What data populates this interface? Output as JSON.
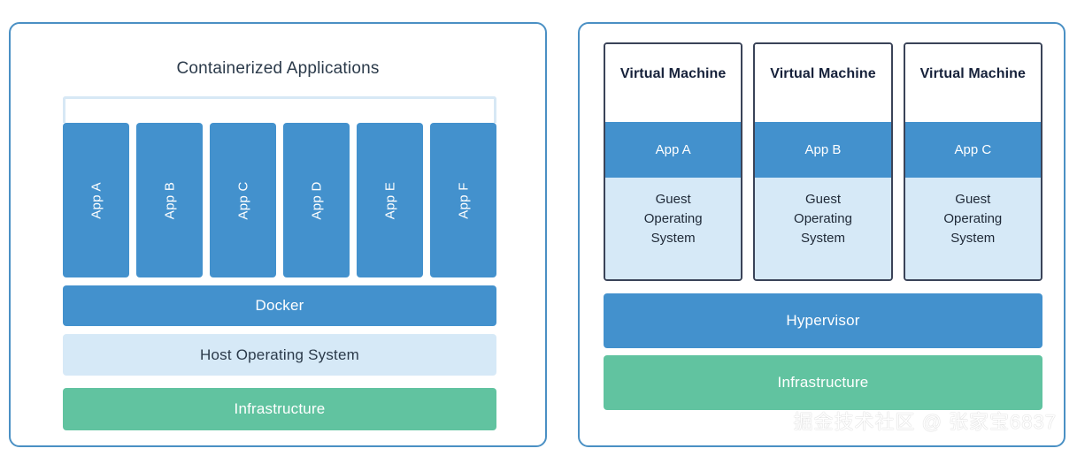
{
  "diagram": {
    "left_panel": {
      "title": "Containerized Applications",
      "apps": [
        {
          "label": "App A"
        },
        {
          "label": "App B"
        },
        {
          "label": "App C"
        },
        {
          "label": "App D"
        },
        {
          "label": "App E"
        },
        {
          "label": "App F"
        }
      ],
      "layers": [
        {
          "label": "Docker",
          "color": "#4391cd"
        },
        {
          "label": "Host Operating System",
          "color": "#d6e9f7"
        },
        {
          "label": "Infrastructure",
          "color": "#61c3a0"
        }
      ]
    },
    "right_panel": {
      "vms": [
        {
          "title": "Virtual Machine",
          "app": "App A",
          "guest_os": "Guest\nOperating\nSystem"
        },
        {
          "title": "Virtual Machine",
          "app": "App B",
          "guest_os": "Guest\nOperating\nSystem"
        },
        {
          "title": "Virtual Machine",
          "app": "App C",
          "guest_os": "Guest\nOperating\nSystem"
        }
      ],
      "layers": [
        {
          "label": "Hypervisor",
          "color": "#4391cd"
        },
        {
          "label": "Infrastructure",
          "color": "#61c3a0"
        }
      ]
    },
    "watermark": "掘金技术社区 @ 张家宝6837",
    "colors": {
      "panel_border": "#4a90c4",
      "accent_blue": "#4391cd",
      "light_blue": "#d6e9f7",
      "green": "#61c3a0",
      "vm_border": "#3a4358",
      "text_dark": "#2b3a4a"
    }
  }
}
